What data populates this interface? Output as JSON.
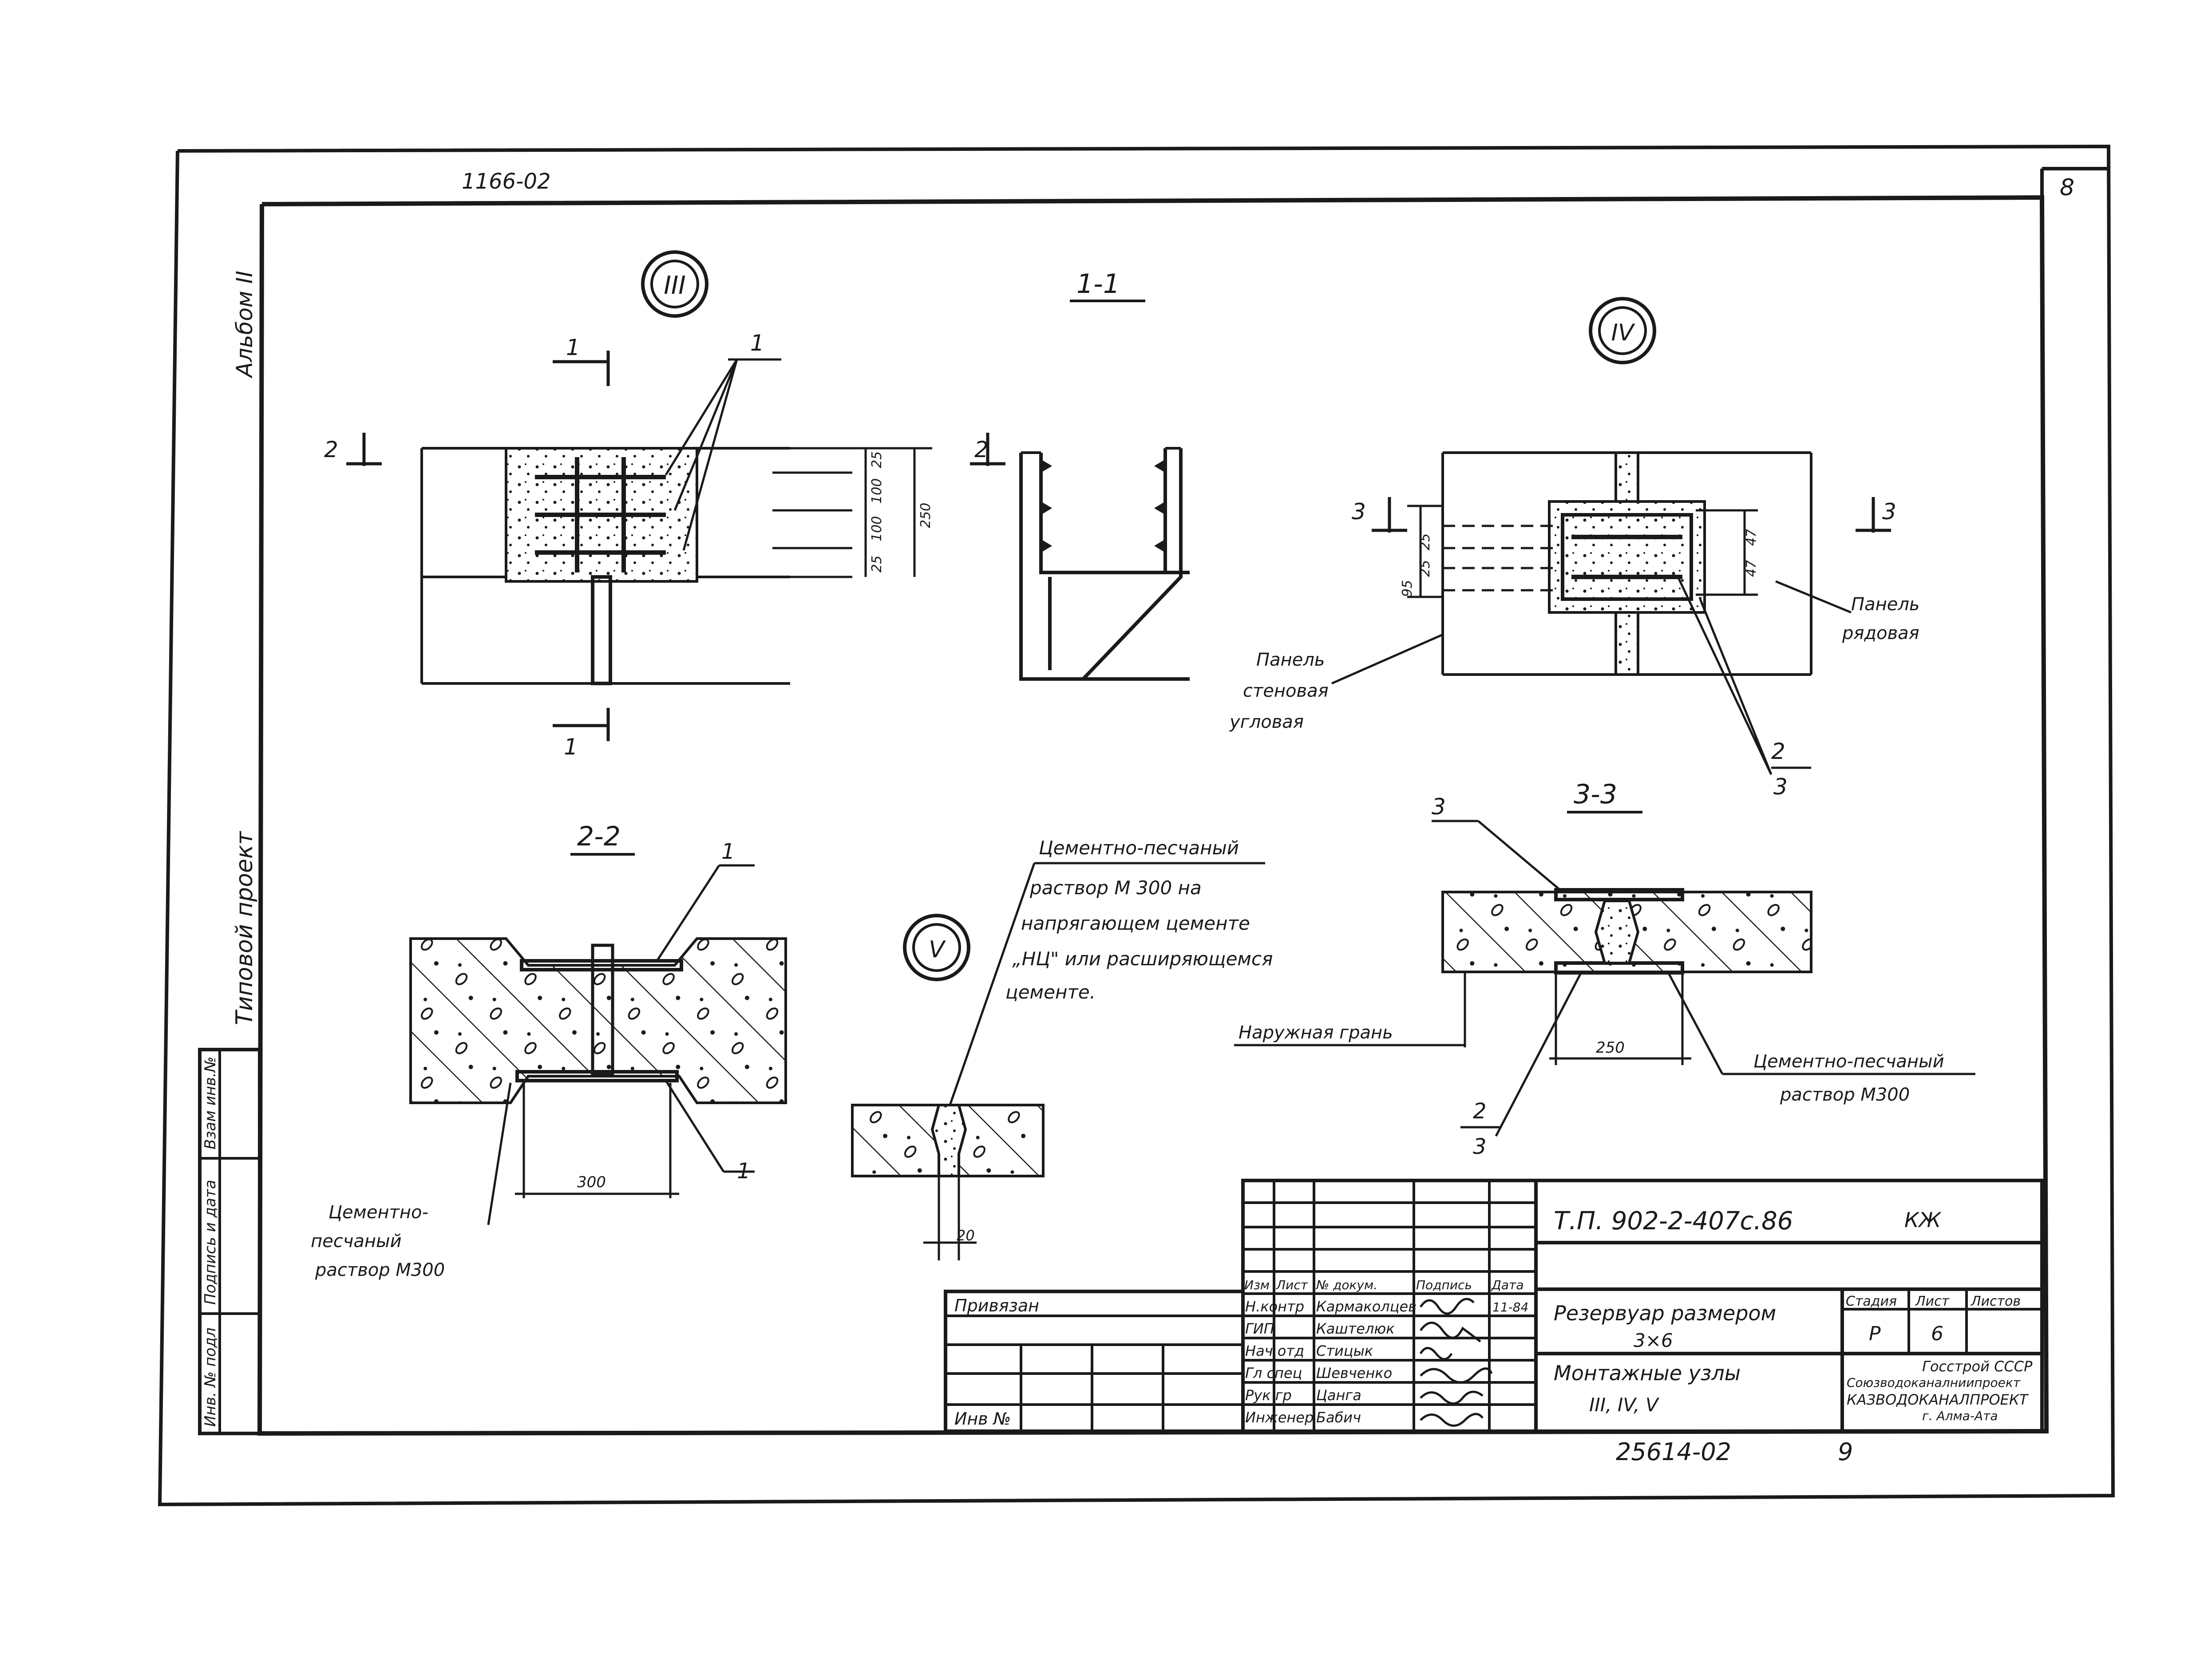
{
  "stamp_archive": "1166-02",
  "sheet_corner": "8",
  "side": {
    "album": "Альбом II",
    "project_type": "Типовой проект",
    "col_inv": "Инв. № подл",
    "col_sign": "Подпись и дата",
    "col_replace": "Взам инв.№"
  },
  "node3": {
    "marker": "III",
    "cut_1": "1",
    "cut_2": "2",
    "callout": "1",
    "dims": [
      "25",
      "100",
      "100",
      "25",
      "250"
    ]
  },
  "section_1_1": {
    "title": "1-1"
  },
  "node4": {
    "marker": "IV",
    "cut_3": "3",
    "dims_left": [
      "25",
      "25",
      "95"
    ],
    "dims_right": [
      "47",
      "47"
    ],
    "panel_row": [
      "Панель",
      "рядовая"
    ],
    "panel_corner": [
      "Панель",
      "стеновая",
      "угловая"
    ],
    "callout_2": "2",
    "callout_3": "3"
  },
  "section_2_2": {
    "title": "2-2",
    "callout_top": "1",
    "callout_bottom": "1",
    "dim": "300",
    "mortar": [
      "Цементно-",
      "песчаный",
      "раствор М300"
    ]
  },
  "node5": {
    "marker": "V",
    "note": [
      "Цементно-песчаный",
      "раствор М 300 на",
      "напрягающем цементе",
      "„НЦ\" или расширяющемся",
      "цементе."
    ],
    "dim": "20"
  },
  "section_3_3": {
    "title": "3-3",
    "callout": "3",
    "outer_face": "Наружная грань",
    "dim": "250",
    "fraction_top": "2",
    "fraction_bottom": "3",
    "mortar": [
      "Цементно-песчаный",
      "раствор М300"
    ]
  },
  "title_block": {
    "code": "Т.П. 902-2-407с.86",
    "mark": "КЖ",
    "binding": "Привязан",
    "inv_no": "Инв №",
    "headers": [
      "Изм",
      "Лист",
      "№ докум.",
      "Подпись",
      "Дата"
    ],
    "roles": [
      "Н.контр",
      "ГИП",
      "Нач отд",
      "Гл спец",
      "Рук гр",
      "Инженер"
    ],
    "names": [
      "Кармаколцев",
      "Каштелюк",
      "Стицык",
      "Шевченко",
      "Цанга",
      "Бабич"
    ],
    "sign_date": "11-84",
    "object": [
      "Резервуар размером",
      "3×6"
    ],
    "drawing": [
      "Монтажные узлы",
      "III, IV, V"
    ],
    "stage_label": "Стадия",
    "sheet_label": "Лист",
    "sheets_label": "Листов",
    "stage": "Р",
    "sheet": "6",
    "org": [
      "Госстрой СССР",
      "Союзводоканалниипроект",
      "КАЗВОДОКАНАЛПРОЕКТ",
      "г. Алма-Ата"
    ],
    "bottom_no": "25614-02",
    "bottom_page": "9"
  }
}
